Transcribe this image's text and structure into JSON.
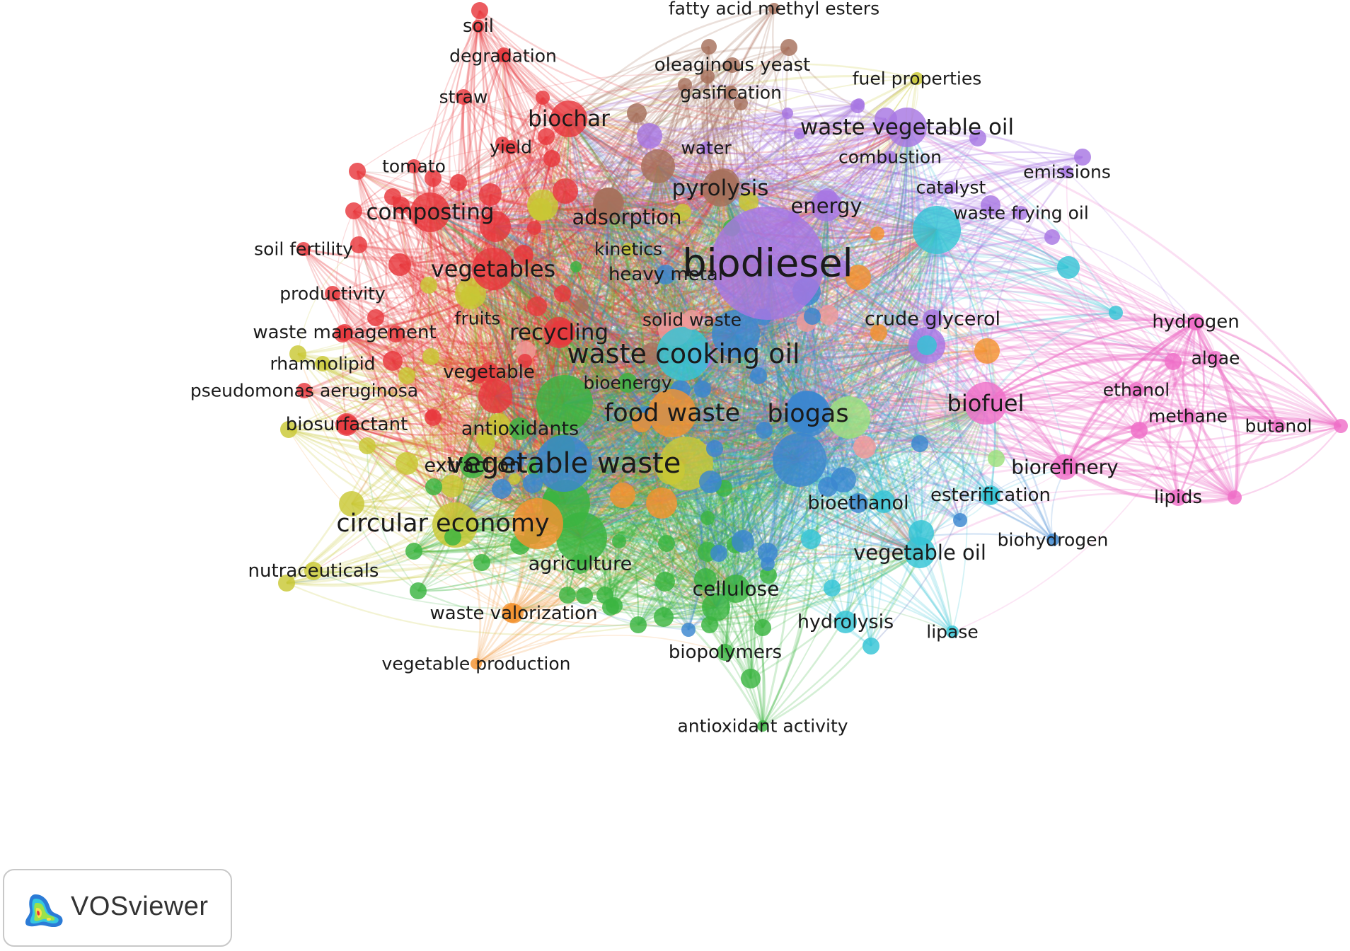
{
  "brand": {
    "name": "VOSviewer"
  },
  "clusters": {
    "red": "#e8383d",
    "green": "#3bb441",
    "blue": "#3b86d0",
    "yellow": "#c9c835",
    "purple": "#a776e3",
    "cyan": "#35c4d6",
    "orange": "#f39330",
    "brown": "#a6705c",
    "pink": "#ef6fc8",
    "lightred": "#f29a9a",
    "lightgreen": "#9ee07e"
  },
  "nodes": [
    {
      "label": "biodiesel",
      "cluster": "purple"
    },
    {
      "label": "waste cooking oil",
      "cluster": "cyan"
    },
    {
      "label": "vegetable waste",
      "cluster": "blue"
    },
    {
      "label": "circular economy",
      "cluster": "orange"
    },
    {
      "label": "food waste",
      "cluster": "orange"
    },
    {
      "label": "biogas",
      "cluster": "blue"
    },
    {
      "label": "biofuel",
      "cluster": "pink"
    },
    {
      "label": "vegetables",
      "cluster": "red"
    },
    {
      "label": "composting",
      "cluster": "red"
    },
    {
      "label": "biochar",
      "cluster": "red"
    },
    {
      "label": "pyrolysis",
      "cluster": "brown"
    },
    {
      "label": "waste vegetable oil",
      "cluster": "purple"
    },
    {
      "label": "recycling",
      "cluster": "red"
    },
    {
      "label": "vegetable oil",
      "cluster": "cyan"
    },
    {
      "label": "energy",
      "cluster": "purple"
    },
    {
      "label": "adsorption",
      "cluster": "brown"
    },
    {
      "label": "cellulose",
      "cluster": "green"
    },
    {
      "label": "extraction",
      "cluster": "green"
    },
    {
      "label": "antioxidants",
      "cluster": "green"
    },
    {
      "label": "agriculture",
      "cluster": "green"
    },
    {
      "label": "biorefinery",
      "cluster": "pink"
    },
    {
      "label": "bioethanol",
      "cluster": "blue"
    },
    {
      "label": "crude glycerol",
      "cluster": "purple"
    },
    {
      "label": "hydrolysis",
      "cluster": "cyan"
    },
    {
      "label": "waste valorization",
      "cluster": "orange"
    },
    {
      "label": "biopolymers",
      "cluster": "green"
    },
    {
      "label": "biosurfactant",
      "cluster": "red"
    },
    {
      "label": "nutraceuticals",
      "cluster": "yellow"
    },
    {
      "label": "esterification",
      "cluster": "cyan"
    },
    {
      "label": "bioenergy",
      "cluster": "green"
    },
    {
      "label": "solid waste",
      "cluster": "lightred"
    },
    {
      "label": "heavy metal",
      "cluster": "blue"
    },
    {
      "label": "kinetics",
      "cluster": "yellow"
    },
    {
      "label": "fruits",
      "cluster": "yellow"
    },
    {
      "label": "vegetable",
      "cluster": "red"
    },
    {
      "label": "waste management",
      "cluster": "red"
    },
    {
      "label": "rhamnolipid",
      "cluster": "yellow"
    },
    {
      "label": "pseudomonas aeruginosa",
      "cluster": "red"
    },
    {
      "label": "productivity",
      "cluster": "red"
    },
    {
      "label": "soil fertility",
      "cluster": "red"
    },
    {
      "label": "tomato",
      "cluster": "red"
    },
    {
      "label": "yield",
      "cluster": "red"
    },
    {
      "label": "straw",
      "cluster": "red"
    },
    {
      "label": "soil",
      "cluster": "red"
    },
    {
      "label": "degradation",
      "cluster": "red"
    },
    {
      "label": "fatty acid methyl esters",
      "cluster": "brown"
    },
    {
      "label": "oleaginous yeast",
      "cluster": "brown"
    },
    {
      "label": "gasification",
      "cluster": "brown"
    },
    {
      "label": "water",
      "cluster": "purple"
    },
    {
      "label": "fuel properties",
      "cluster": "yellow"
    },
    {
      "label": "combustion",
      "cluster": "purple"
    },
    {
      "label": "emissions",
      "cluster": "purple"
    },
    {
      "label": "catalyst",
      "cluster": "purple"
    },
    {
      "label": "waste frying oil",
      "cluster": "purple"
    },
    {
      "label": "hydrogen",
      "cluster": "pink"
    },
    {
      "label": "algae",
      "cluster": "pink"
    },
    {
      "label": "ethanol",
      "cluster": "pink"
    },
    {
      "label": "methane",
      "cluster": "pink"
    },
    {
      "label": "butanol",
      "cluster": "pink"
    },
    {
      "label": "lipids",
      "cluster": "pink"
    },
    {
      "label": "biohydrogen",
      "cluster": "blue"
    },
    {
      "label": "lipase",
      "cluster": "cyan"
    },
    {
      "label": "vegetable production",
      "cluster": "orange"
    },
    {
      "label": "antioxidant activity",
      "cluster": "green"
    }
  ]
}
